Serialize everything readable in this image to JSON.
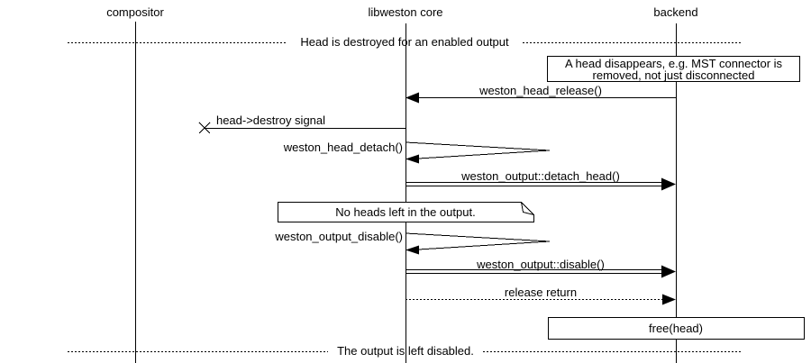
{
  "diagram": {
    "type": "sequence-diagram",
    "colors": {
      "foreground": "#000000",
      "background": "#ffffff"
    },
    "entities": [
      {
        "label": "compositor"
      },
      {
        "label": "libweston core"
      },
      {
        "label": "backend"
      }
    ],
    "dividers": [
      {
        "label": "Head is destroyed for an enabled output"
      },
      {
        "label": "The output is left disabled."
      }
    ],
    "notes": [
      {
        "line1": "A head disappears, e.g. MST connector is",
        "line2": "removed, not just disconnected",
        "on": "backend",
        "shape": "rectangle"
      },
      {
        "label": "No heads left in the output.",
        "on": "libweston core",
        "shape": "folded-note"
      }
    ],
    "messages": [
      {
        "label": "weston_head_release()",
        "from": "backend",
        "to": "libweston core",
        "style": "solid-arrow"
      },
      {
        "label": "head->destroy signal",
        "from": "libweston core",
        "to": "lost",
        "style": "lost-message-cross"
      },
      {
        "label": "weston_head_detach()",
        "from": "libweston core",
        "to": "libweston core",
        "style": "self-call"
      },
      {
        "label": "weston_output::detach_head()",
        "from": "libweston core",
        "to": "backend",
        "style": "double-line-arrow"
      },
      {
        "label": "weston_output_disable()",
        "from": "libweston core",
        "to": "libweston core",
        "style": "self-call"
      },
      {
        "label": "weston_output::disable()",
        "from": "libweston core",
        "to": "backend",
        "style": "double-line-arrow"
      },
      {
        "label": "release return",
        "from": "libweston core",
        "to": "backend",
        "style": "dotted-arrow"
      },
      {
        "label": "free(head)",
        "on": "backend",
        "style": "action-box"
      }
    ]
  }
}
